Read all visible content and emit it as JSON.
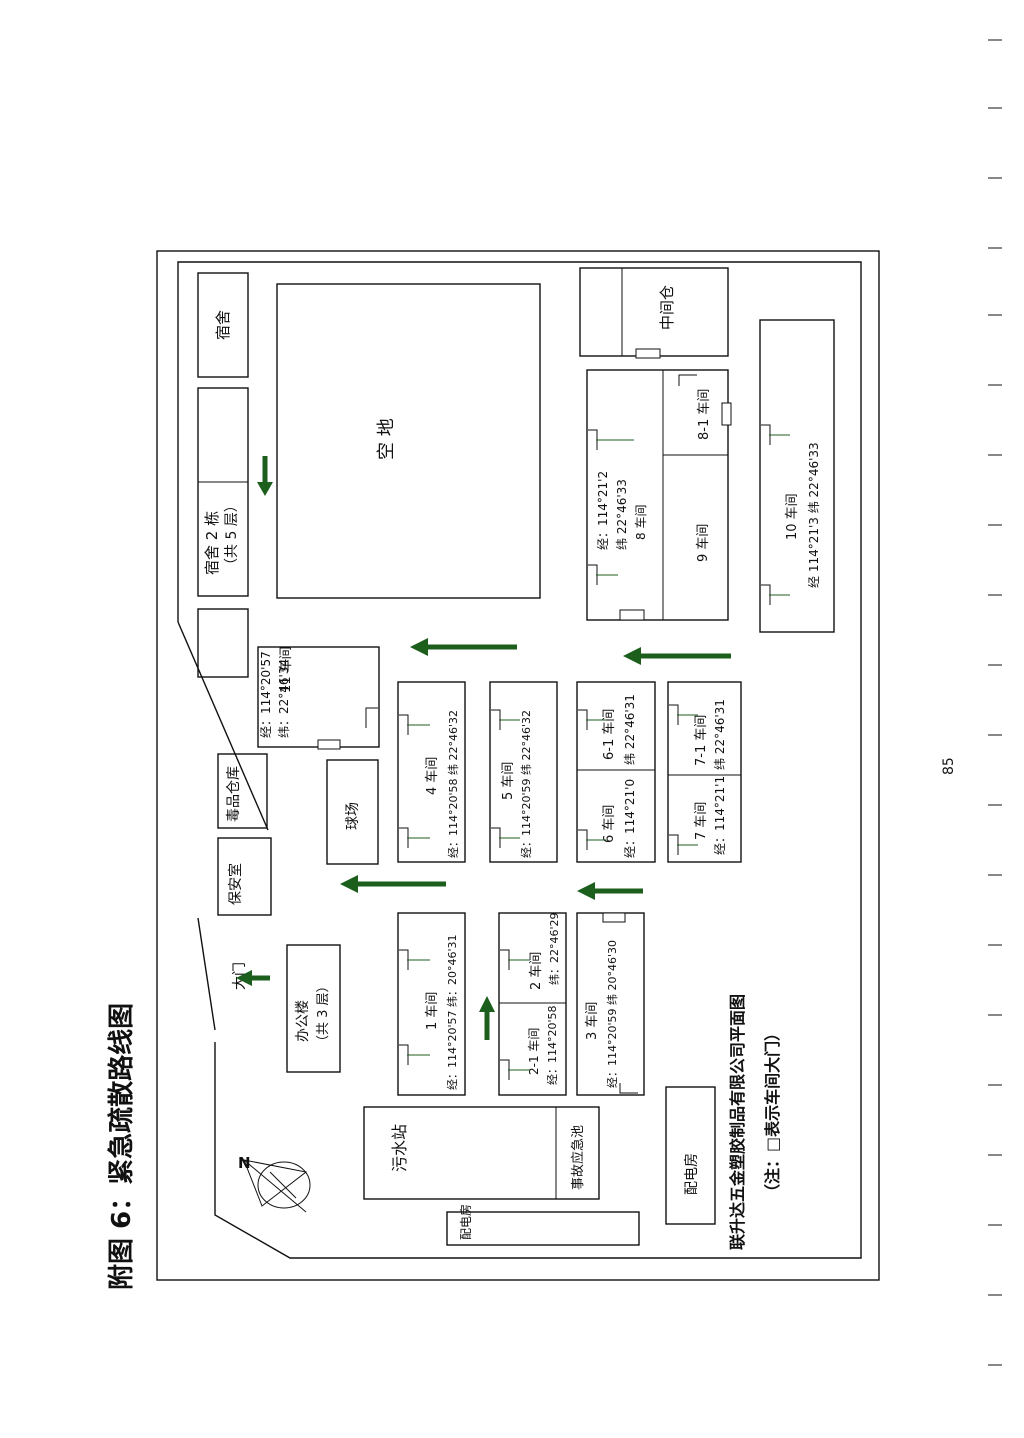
{
  "page_title": "附图 6：紧急疏散路线图",
  "page_number": "85",
  "caption": "联升达五金塑胶制品有限公司平面图",
  "note": "（注：□表示车间大门）",
  "north_label": "N",
  "colors": {
    "arrow": "#1c5e1c",
    "line": "#111111",
    "paper": "#ffffff"
  },
  "buildings": {
    "dorm": "宿舍",
    "dorm2": [
      "宿舍 2 栋",
      "（共 5 层）"
    ],
    "open_land": "空 地",
    "middle_warehouse": "中间仓",
    "w8_1": "8-1 车间",
    "w8": [
      "经：114°21'2",
      "纬 22°46'33",
      "8 车间"
    ],
    "w9": "9 车间",
    "w10": [
      "10 车间",
      "经 114°21'3 纬 22°46'33"
    ],
    "w11": [
      "11 车间",
      "经：114°20'57",
      "纬：22°46'34"
    ],
    "w4": [
      "4 车间",
      "经：114°20'58 纬 22°46'32"
    ],
    "w5": [
      "5 车间",
      "经：114°20'59 纬 22°46'32"
    ],
    "w6_1": [
      "6-1 车间",
      "纬 22°46'31"
    ],
    "w6": [
      "6 车间",
      "经：114°21'0"
    ],
    "w7_1": [
      "7-1 车间",
      "纬 22°46'31"
    ],
    "w7": [
      "7 车间",
      "经：114°21'1"
    ],
    "poison_store": "毒品仓库",
    "ballfield": "球场",
    "guard": "保安室",
    "gate": "大门",
    "office": [
      "办公楼",
      "（共 3 层）"
    ],
    "w1": [
      "1 车间",
      "经：114°20'57 纬：20°46'31"
    ],
    "w2": [
      "2 车间",
      "纬：22°46'29"
    ],
    "w2_1": [
      "2-1 车间",
      "经：114°20'58"
    ],
    "w3": [
      "3 车间",
      "经：114°20'59 纬 20°46'30"
    ],
    "sewage": "污水站",
    "emergency_pool": "事故应急池",
    "power_room_left": "配电房",
    "power_room_right": "配电房"
  }
}
